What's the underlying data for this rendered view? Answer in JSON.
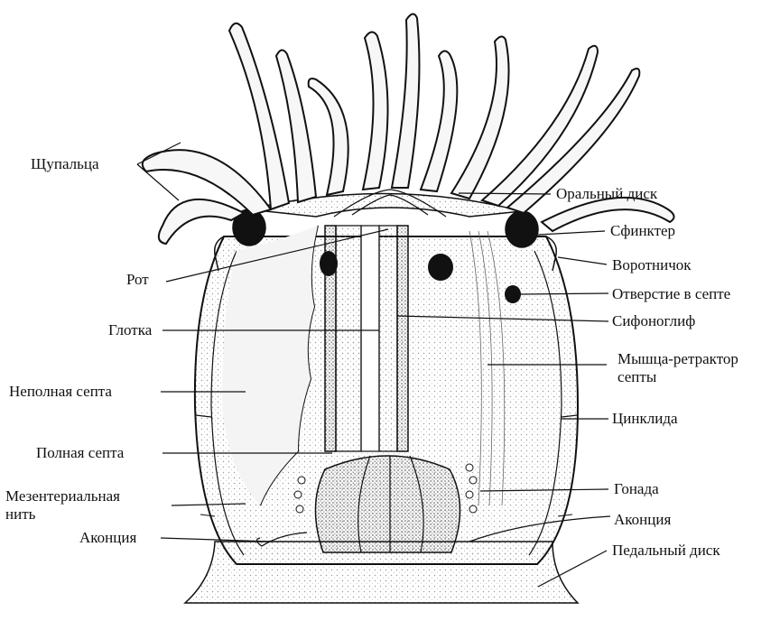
{
  "labels": {
    "tentacles": "Щупальца",
    "oral_disc": "Оральный диск",
    "sphincter": "Сфинктер",
    "collar": "Воротничок",
    "mouth": "Рот",
    "septum_opening": "Отверстие в септе",
    "pharynx": "Глотка",
    "siphonoglyph": "Сифоноглиф",
    "retractor_muscle_line1": "Мышца-ретрактор",
    "retractor_muscle_line2": "септы",
    "incomplete_septum": "Неполная септа",
    "cinclide": "Цинклида",
    "complete_septum": "Полная септа",
    "gonad": "Гонада",
    "mesenterial_line1": "Мезентериальная",
    "mesenterial_line2": "нить",
    "acontium_right": "Аконция",
    "acontium_left": "Аконция",
    "pedal_disc": "Педальный диск"
  },
  "colors": {
    "ink": "#111111",
    "stipple": "#d8d8d8",
    "stipple_dark": "#a8a8a8",
    "background": "#ffffff"
  }
}
